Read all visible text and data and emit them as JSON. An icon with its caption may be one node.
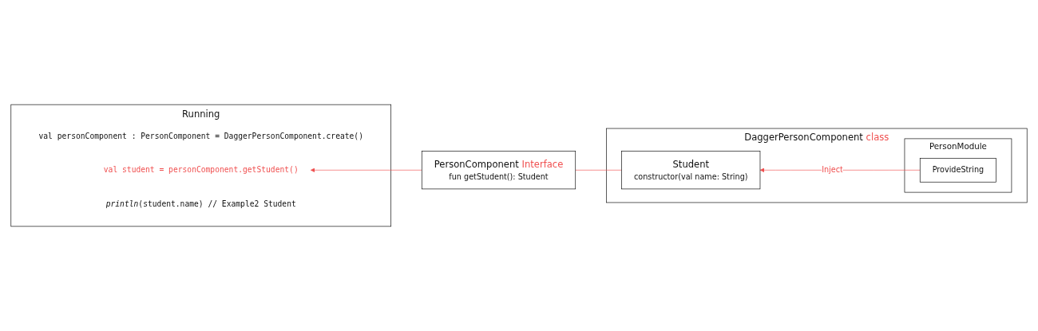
{
  "diagram": {
    "nodes": [
      {
        "text": [
          "Running"
        ]
      },
      {
        "text": [
          "val personComponent : PersonComponent = DaggerPersonComponent.create()"
        ],
        "in": 0
      },
      {
        "text": [
          "val student = personComponent.getStudent()"
        ],
        "in": 0
      },
      {
        "text": [
          "*println*(student.name) // Example2 Student"
        ],
        "in": 0
      },
      {
        "text": [
          "PersonComponent Interface",
          "fun getStudent(): Student"
        ]
      },
      {
        "text": [
          "DaggerPersonComponent class"
        ]
      },
      {
        "text": [
          "PersonModule"
        ],
        "in": 5
      },
      {
        "text": [
          "ProvideString"
        ],
        "in": 6
      },
      {
        "text": [
          "Student",
          "constructor(val name: String)"
        ],
        "in": 5
      }
    ],
    "edges": [
      {
        "from": 4,
        "to": 2,
        "arrow": "to"
      },
      {
        "from": 8,
        "to": 4,
        "arrow": "none"
      },
      {
        "from": 7,
        "to": 8,
        "arrow": "to",
        "label": "Inject"
      }
    ]
  }
}
